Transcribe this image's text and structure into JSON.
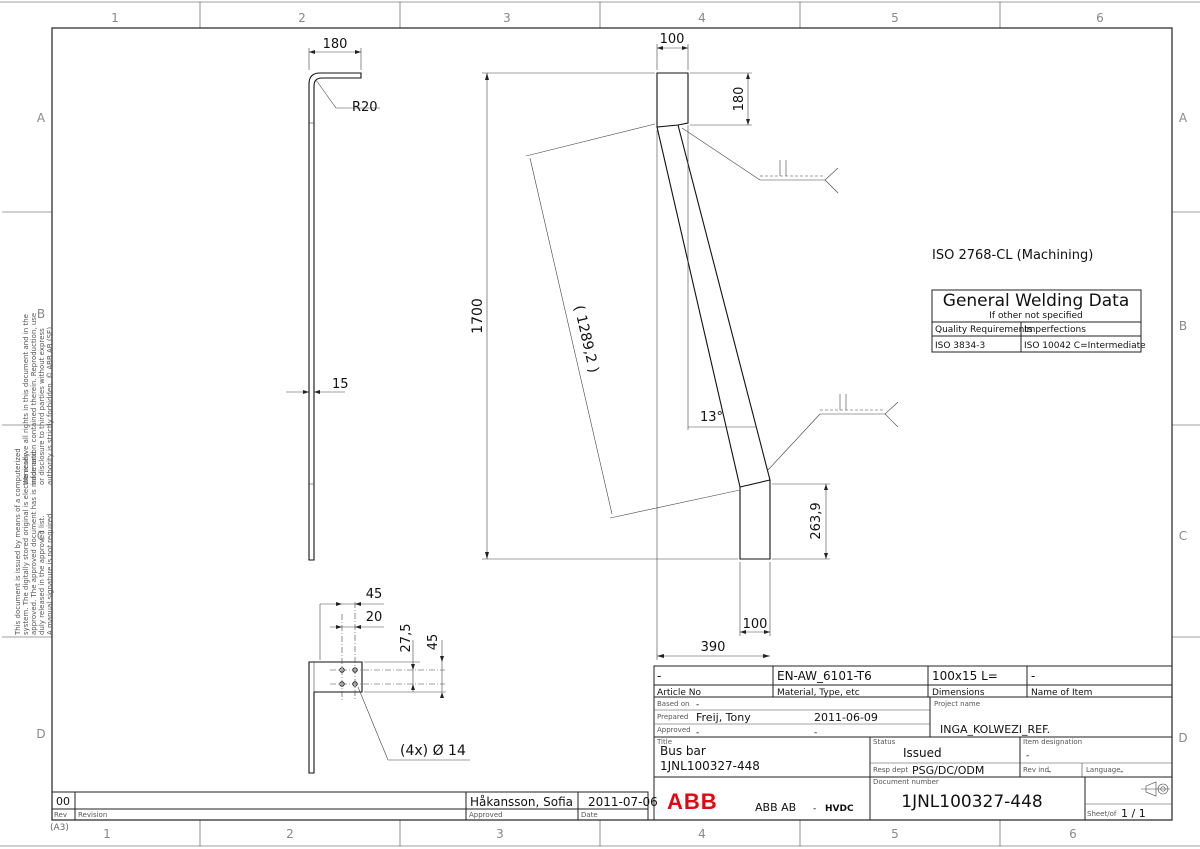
{
  "zones": {
    "columns_top": [
      "1",
      "2",
      "3",
      "4",
      "5",
      "6"
    ],
    "columns_bottom": [
      "1",
      "2",
      "3",
      "4",
      "5",
      "6"
    ],
    "rows_left": [
      "A",
      "B",
      "C",
      "D"
    ],
    "rows_right": [
      "A",
      "B",
      "C",
      "D"
    ]
  },
  "copyright_notice": {
    "lines_a": [
      "We reserve all rights in this document and in the",
      "information contained therein. Reproduction, use",
      "or disclosure to third parties without express",
      "authority is strictly forbidden.  © ABB AB (SE)"
    ],
    "lines_b": [
      "This document is issued by means of a computerized",
      "system. The digitally stored original is electronically",
      "approved. The approved document has is made and",
      "duly released in the approved list.",
      "A manual signature is not required."
    ]
  },
  "side_view": {
    "dim_top": "180",
    "radius": "R20",
    "dim_thickness": "15"
  },
  "main_view": {
    "dim_top_width": "100",
    "dim_top_height": "180",
    "dim_total_height": "1700",
    "dim_diagonal": "( 1289,2 )",
    "angle": "13°",
    "dim_bottom_height": "263,9",
    "dim_bottom_width": "100",
    "dim_overall_width": "390"
  },
  "detail_view": {
    "dim_45_h": "45",
    "dim_20": "20",
    "dim_27_5": "27,5",
    "dim_45_v": "45",
    "holes": "(4x)  Ø 14"
  },
  "machining_note": "ISO 2768-CL (Machining)",
  "welding_table": {
    "title": "General Welding Data",
    "subtitle": "If other not specified",
    "col1_header": "Quality Requirements",
    "col2_header": "Imperfections",
    "col1_value": "ISO 3834-3",
    "col2_value": "ISO 10042 C=Intermediate"
  },
  "title_block": {
    "article_no": "-",
    "article_no_label": "Article No",
    "material": "EN-AW_6101-T6",
    "material_label": "Material, Type, etc",
    "dimensions": "100x15 L=",
    "dimensions_label": "Dimensions",
    "item_name": "-",
    "item_name_label": "Name of Item",
    "based_on_label": "Based on",
    "based_on": "-",
    "prepared_label": "Prepared",
    "prepared_by": "Freij, Tony",
    "prepared_date": "2011-06-09",
    "approved_label": "Approved",
    "approved_by": "-",
    "approved_date": "-",
    "project_label": "Project name",
    "project": "INGA_KOLWEZI_REF.",
    "title_label": "Title",
    "title_line1": "Bus bar",
    "title_line2": "1JNL100327-448",
    "status_label": "Status",
    "status": "Issued",
    "item_designation_label": "Item designation",
    "item_designation": "-",
    "resp_dept_label": "Resp dept",
    "resp_dept": "PSG/DC/ODM",
    "rev_ind_label": "Rev ind",
    "rev_ind": "-",
    "language_label": "Language",
    "language": "-",
    "doc_number_label": "Document number",
    "doc_number": "1JNL100327-448",
    "company_logo": "ABB",
    "company": "ABB AB",
    "division": "HVDC",
    "sheet_label": "Sheet/of",
    "sheet": "1  /  1",
    "rev": "00",
    "rev_label": "Rev",
    "revision_label": "Revision",
    "rev_approved_by": "Håkansson, Sofia",
    "rev_approved_label": "Approved",
    "rev_date": "2011-07-06",
    "rev_date_label": "Date",
    "format": "(A3)"
  }
}
